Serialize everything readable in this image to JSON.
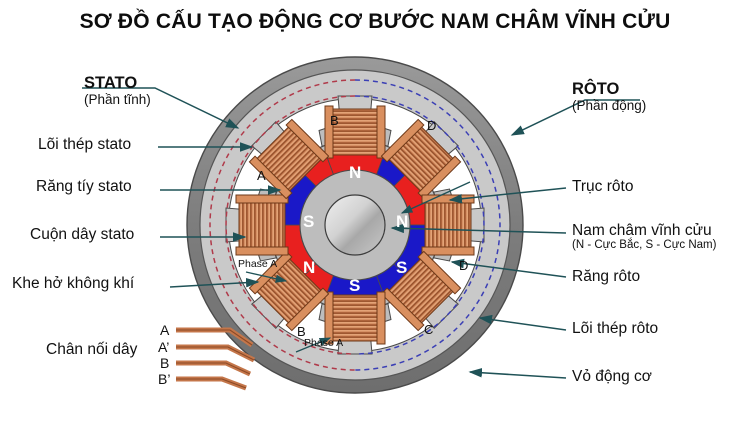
{
  "title": "SƠ ĐỒ CẤU TẠO ĐỘNG CƠ BƯỚC NAM CHÂM VĨNH CỬU",
  "labels_left": [
    {
      "id": "stato",
      "bold": "STATO",
      "sub": "(Phần tĩnh)"
    },
    {
      "id": "loi-thep-stato",
      "main": "Lõi thép stato"
    },
    {
      "id": "rang-ty-stato",
      "main": "Răng tíy stato"
    },
    {
      "id": "cuon-day-stato",
      "main": "Cuộn dây stato"
    },
    {
      "id": "khe-ho-khong-khi",
      "main": "Khe hở không khí"
    },
    {
      "id": "chan-noi-day",
      "main": "Chân nối dây"
    }
  ],
  "labels_right": [
    {
      "id": "roto",
      "bold": "RÔTO",
      "sub": "(Phần động)"
    },
    {
      "id": "truc-roto",
      "main": "Trục rôto"
    },
    {
      "id": "nam-cham-vinh-cuu",
      "main": "Nam châm vĩnh cửu",
      "tiny": "(N - Cực Bắc, S - Cực Nam)"
    },
    {
      "id": "rang-roto",
      "main": "Răng rôto"
    },
    {
      "id": "loi-thep-roto",
      "main": "Lõi thép rôto"
    },
    {
      "id": "vo-dong-co",
      "main": "Vỏ động cơ"
    }
  ],
  "terminal_leads": [
    "A",
    "A’",
    "B",
    "B’"
  ],
  "coil_labels": [
    {
      "id": "coil-a-top",
      "text": "A"
    },
    {
      "id": "coil-b-top",
      "text": "B"
    },
    {
      "id": "coil-d-topright",
      "text": "D"
    },
    {
      "id": "coil-d-right",
      "text": "D"
    },
    {
      "id": "coil-b-bottom",
      "text": "B"
    },
    {
      "id": "coil-c-bottom",
      "text": "C"
    }
  ],
  "phase_labels": [
    {
      "id": "phase-a-left",
      "text": "Phase A"
    },
    {
      "id": "phase-a-bottom",
      "text": "Phase A"
    }
  ],
  "magnet_poles": [
    {
      "id": "pole-n-top",
      "text": "N",
      "polarity": "N"
    },
    {
      "id": "pole-n-right",
      "text": "N",
      "polarity": "N"
    },
    {
      "id": "pole-s-lowright",
      "text": "S",
      "polarity": "S"
    },
    {
      "id": "pole-s-bottom",
      "text": "S",
      "polarity": "S"
    },
    {
      "id": "pole-n-lowleft",
      "text": "N",
      "polarity": "N"
    },
    {
      "id": "pole-s-left",
      "text": "S",
      "polarity": "S"
    }
  ],
  "colors": {
    "north_red": "#e8201f",
    "south_blue": "#1a18c8",
    "copper": "#c4764a",
    "copper_dark": "#8d4a26",
    "housing_gray": "#828282",
    "stator_gray": "#c9c9c9",
    "rotor_gray": "#b9b9b9",
    "leader_teal": "#1f5257",
    "flux_red": "#b03a4a",
    "flux_blue": "#3b3fb5",
    "text": "#111111"
  }
}
